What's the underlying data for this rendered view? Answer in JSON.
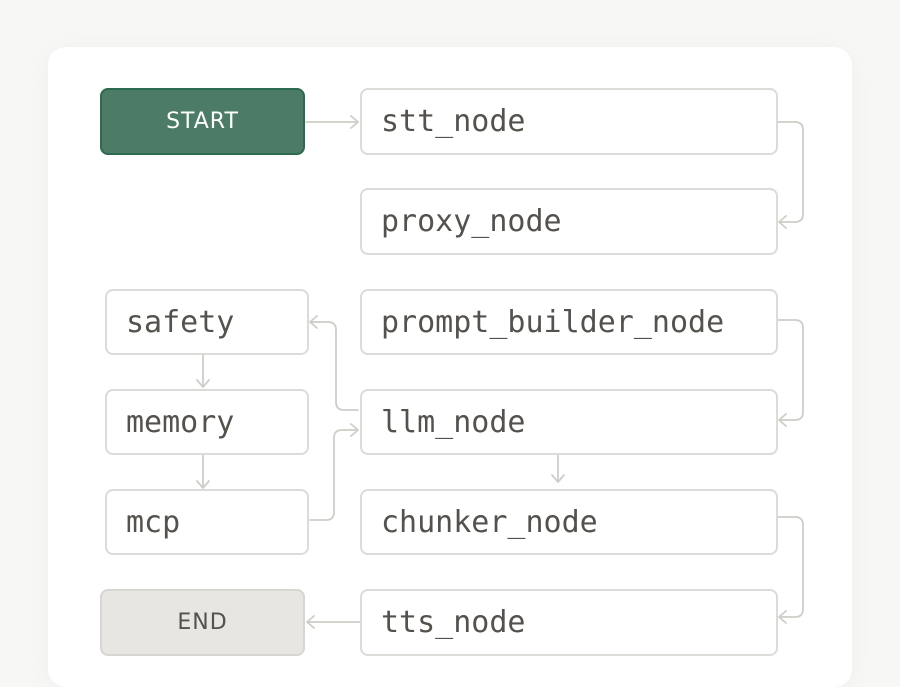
{
  "diagram": {
    "start_label": "START",
    "end_label": "END",
    "nodes": {
      "stt": "stt_node",
      "proxy": "proxy_node",
      "prompt_builder": "prompt_builder_node",
      "llm": "llm_node",
      "chunker": "chunker_node",
      "tts": "tts_node",
      "safety": "safety",
      "memory": "memory",
      "mcp": "mcp"
    },
    "edges": [
      {
        "from": "START",
        "to": "stt_node"
      },
      {
        "from": "stt_node",
        "to": "proxy_node"
      },
      {
        "from": "prompt_builder_node",
        "to": "llm_node"
      },
      {
        "from": "llm_node",
        "to": "safety"
      },
      {
        "from": "safety",
        "to": "memory"
      },
      {
        "from": "memory",
        "to": "mcp"
      },
      {
        "from": "mcp",
        "to": "llm_node"
      },
      {
        "from": "llm_node",
        "to": "chunker_node"
      },
      {
        "from": "chunker_node",
        "to": "tts_node"
      },
      {
        "from": "tts_node",
        "to": "END"
      }
    ],
    "colors": {
      "start_fill": "#4d7c66",
      "start_border": "#2d6a4f",
      "end_fill": "#e8e6e2",
      "edge": "#cfcdc8",
      "node_border": "#dddbd7",
      "text": "#55514c"
    }
  }
}
